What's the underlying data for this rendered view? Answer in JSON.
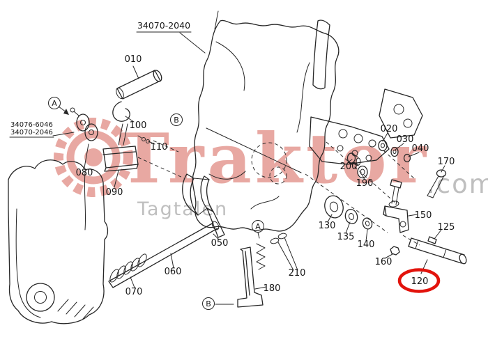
{
  "watermark": {
    "brand": "Traktor",
    "tld": ".com",
    "subtitle": "Tagtalen",
    "brand_color": "#e59a92",
    "gray_color": "#b4b4b4"
  },
  "part_numbers": {
    "top": "34070-2040",
    "left_line1": "34076-6046",
    "left_line2": "34070-2046"
  },
  "labels": {
    "l010": "010",
    "l020": "020",
    "l030": "030",
    "l040": "040",
    "l050": "050",
    "l060": "060",
    "l070": "070",
    "l080": "080",
    "l090": "090",
    "l100": "100",
    "l110": "110",
    "l120": "120",
    "l125": "125",
    "l130": "130",
    "l135": "135",
    "l140": "140",
    "l150": "150",
    "l160": "160",
    "l170": "170",
    "l180": "180",
    "l190": "190",
    "l200": "200",
    "l210": "210"
  },
  "callouts": {
    "a": "A",
    "b": "B"
  },
  "highlight": {
    "part": "120",
    "color": "#e2130c"
  }
}
